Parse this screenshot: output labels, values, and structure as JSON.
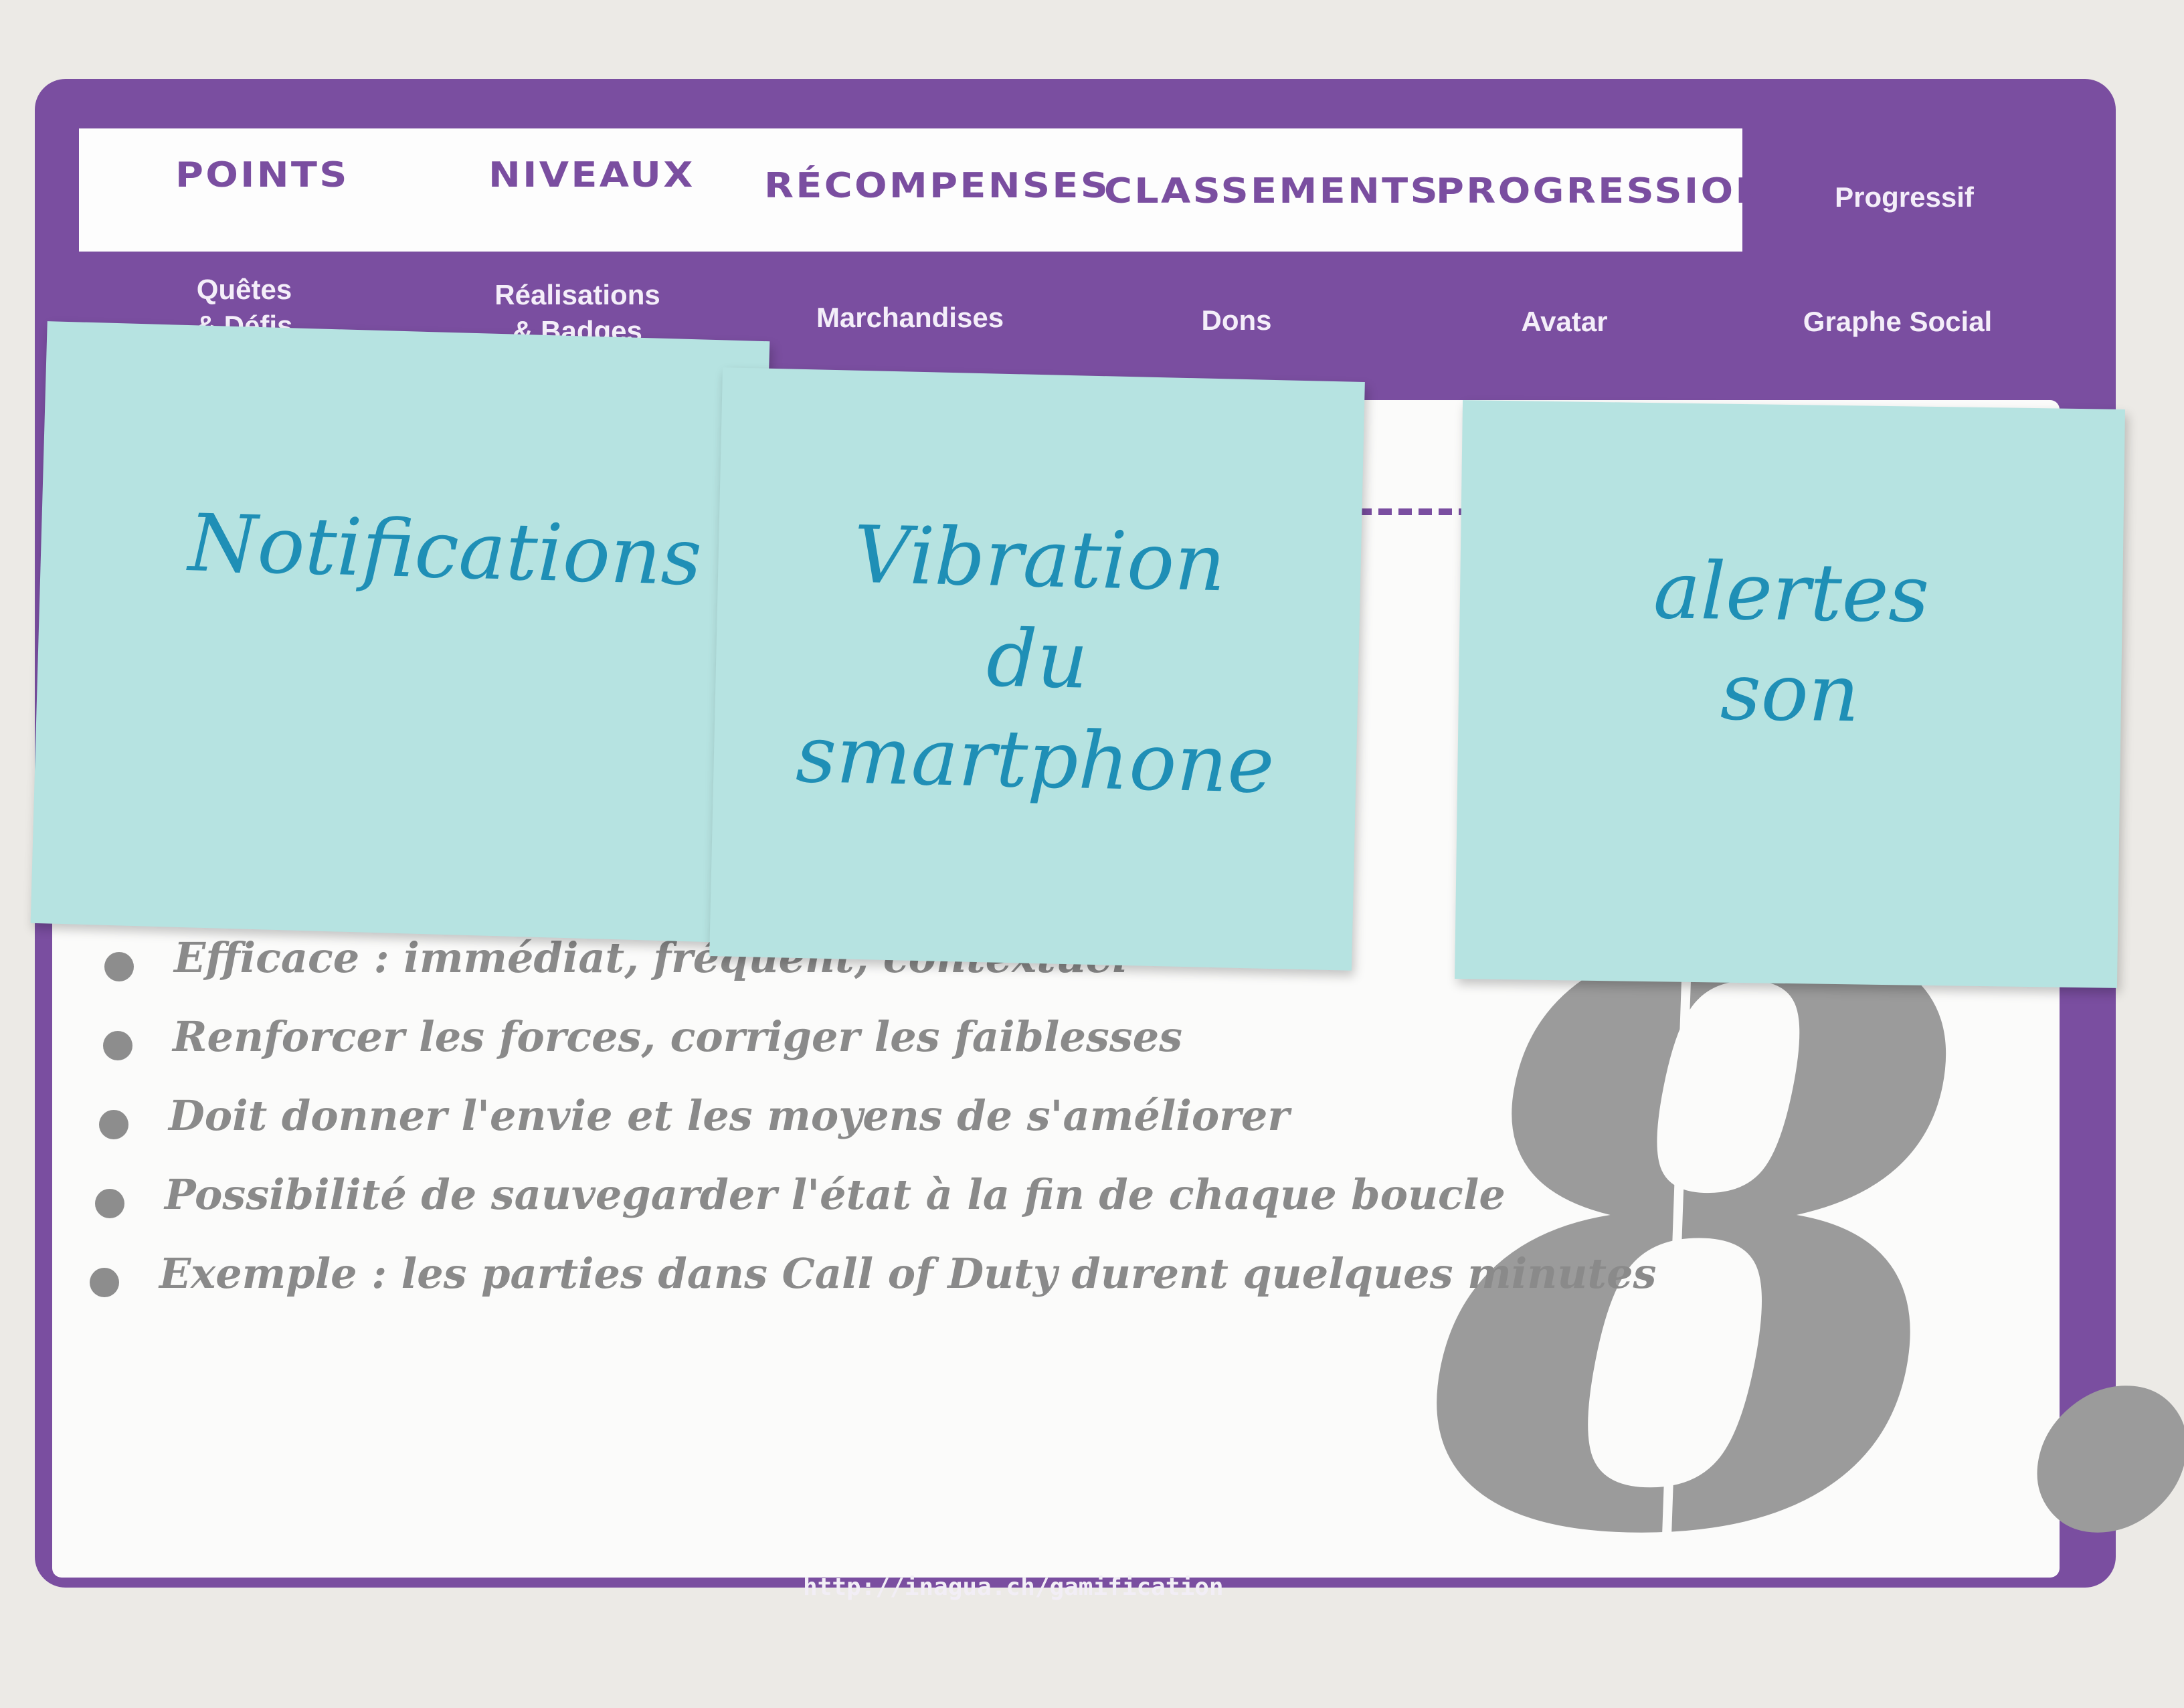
{
  "card": {
    "top_categories": [
      "Points",
      "Niveaux",
      "Récompenses",
      "Classements",
      "Progression",
      "Progressif"
    ],
    "sub_categories": [
      "Quêtes\n& Défis",
      "Réalisations\n& Badges",
      "Marchandises",
      "Dons",
      "Avatar",
      "Graphe Social"
    ],
    "bullets": [
      "Efficace : immédiat, fréquent, contextuel",
      "Renforcer les forces, corriger les faiblesses",
      "Doit donner l'envie et les moyens de s'améliorer",
      "Possibilité de sauvegarder l'état à la fin de chaque boucle",
      "Exemple : les parties dans Call of Duty durent quelques minutes"
    ],
    "number": "8.",
    "url": "http://inagua.ch/gamification"
  },
  "notes": [
    {
      "text": "Notifications"
    },
    {
      "text": "Vibration\ndu\nsmartphone"
    },
    {
      "text": "alertes\nson"
    }
  ],
  "colors": {
    "purple": "#7a4ea0",
    "note": "#b6e3e1",
    "ink": "#1f8fb6"
  }
}
